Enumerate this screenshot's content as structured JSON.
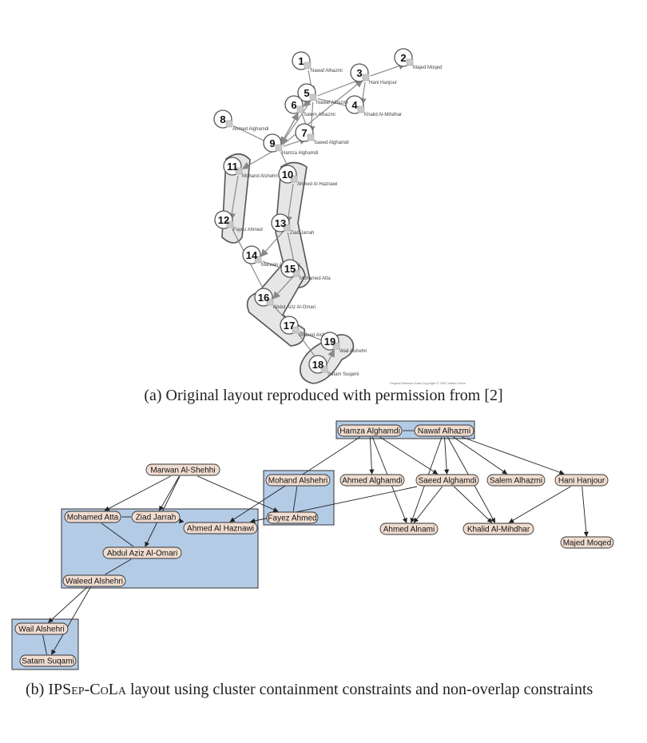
{
  "figure_a": {
    "nodes": [
      {
        "num": "1",
        "label": "Nawaf Alhazmi"
      },
      {
        "num": "2",
        "label": "Majed Moqed"
      },
      {
        "num": "3",
        "label": "Hani Hanjour"
      },
      {
        "num": "4",
        "label": "Khalid Al-Mihdhar"
      },
      {
        "num": "5",
        "label": "Nawaf Alhazmi"
      },
      {
        "num": "6",
        "label": "Salem Alhazmi"
      },
      {
        "num": "7",
        "label": "Saeed Alghamdi"
      },
      {
        "num": "8",
        "label": "Ahmed Alghamdi"
      },
      {
        "num": "9",
        "label": "Hamza Alghamdi"
      },
      {
        "num": "10",
        "label": "Ahmed Al Haznawi"
      },
      {
        "num": "11",
        "label": "Mohand Alshehri"
      },
      {
        "num": "12",
        "label": "Fayez Ahmed"
      },
      {
        "num": "13",
        "label": "Ziad Jarrah"
      },
      {
        "num": "14",
        "label": "Marwan Al-Shehhi"
      },
      {
        "num": "15",
        "label": "Mohamed Atta"
      },
      {
        "num": "16",
        "label": "Abdul Aziz Al-Omari"
      },
      {
        "num": "17",
        "label": "Waleed Alshehri"
      },
      {
        "num": "18",
        "label": "Satam Suqami"
      },
      {
        "num": "19",
        "label": "Wail Alshehri"
      }
    ],
    "note": "Original Network Data\nCopyright © 2002 Valdis Krebs"
  },
  "figure_b": {
    "nodes": [
      {
        "id": "hamza",
        "label": "Hamza Alghamdi"
      },
      {
        "id": "nawaf",
        "label": "Nawaf Alhazmi"
      },
      {
        "id": "marwan",
        "label": "Marwan Al-Shehhi"
      },
      {
        "id": "mohand",
        "label": "Mohand Alshehri"
      },
      {
        "id": "ahmedg",
        "label": "Ahmed Alghamdi"
      },
      {
        "id": "saeed",
        "label": "Saeed Alghamdi"
      },
      {
        "id": "salem",
        "label": "Salem Alhazmi"
      },
      {
        "id": "hani",
        "label": "Hani Hanjour"
      },
      {
        "id": "atta",
        "label": "Mohamed Atta"
      },
      {
        "id": "ziad",
        "label": "Ziad Jarrah"
      },
      {
        "id": "haznawi",
        "label": "Ahmed Al Haznawi"
      },
      {
        "id": "fayez",
        "label": "Fayez Ahmed"
      },
      {
        "id": "alnami",
        "label": "Ahmed Alnami"
      },
      {
        "id": "khalid",
        "label": "Khalid Al-Mihdhar"
      },
      {
        "id": "majed",
        "label": "Majed Moqed"
      },
      {
        "id": "omari",
        "label": "Abdul Aziz Al-Omari"
      },
      {
        "id": "waleed",
        "label": "Waleed Alshehri"
      },
      {
        "id": "wail",
        "label": "Wail Alshehri"
      },
      {
        "id": "satam",
        "label": "Satam Suqami"
      }
    ],
    "colors": {
      "node_fill": "#f0ddd0",
      "node_stroke": "#333333",
      "cluster_fill": "#b4cbe6",
      "cluster_stroke": "#333333"
    }
  },
  "captions": {
    "a": "(a) Original layout reproduced with permission from [2]",
    "b_prefix": "(b) ",
    "b_name": "IPSep-CoLa",
    "b_rest": " layout using cluster containment constraints and non-overlap constraints"
  }
}
